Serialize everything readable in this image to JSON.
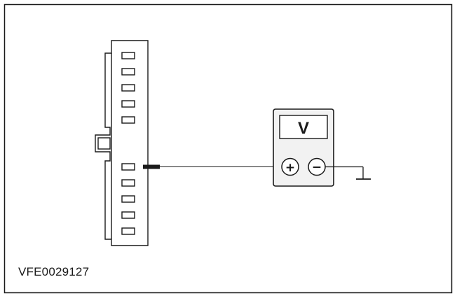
{
  "diagram": {
    "figure_id": "VFE0029127",
    "meter": {
      "display_text": "V",
      "positive_symbol": "+",
      "negative_symbol": "−"
    },
    "connector": {
      "pin_count_top": 5,
      "pin_count_bottom": 5,
      "probed_pin": "bottom-1"
    },
    "colors": {
      "line": "#1a1a1a",
      "meter_fill": "#f2f2f2",
      "connector_fill": "#ffffff",
      "background": "#ffffff"
    }
  }
}
